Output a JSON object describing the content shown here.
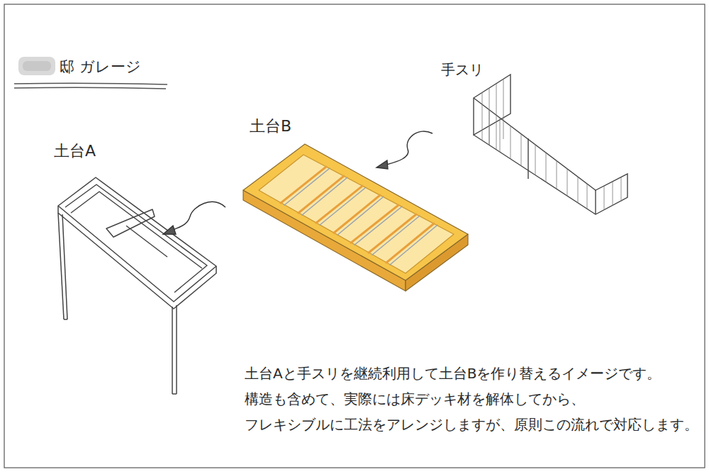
{
  "diagram": {
    "title": "邸 ガレージ",
    "labels": [
      "土台A",
      "土台B",
      "手スリ",
      "土台Aと手スリを継続利用して土台Bを作り替えるイメージです。",
      "構造も含めて、実際には床デッキ材を解体してから、",
      "フレキシブルに工法をアレンジしますが、原則この流れで対応します。"
    ]
  }
}
